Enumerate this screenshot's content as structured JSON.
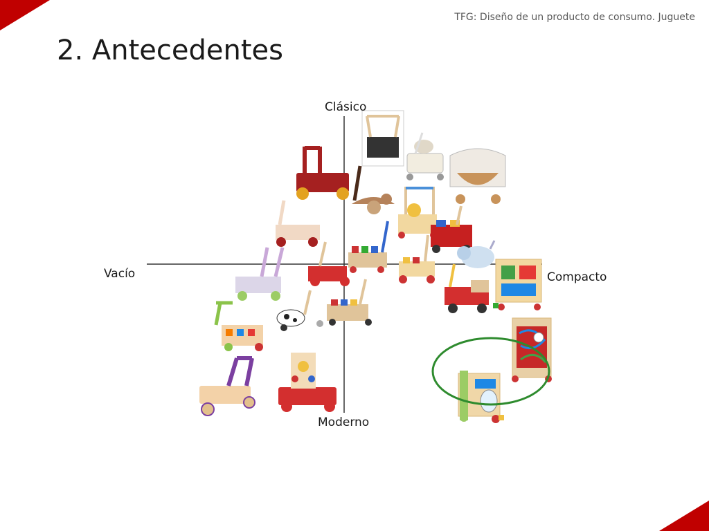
{
  "header": {
    "note": "TFG: Diseño de un producto de consumo. Juguete"
  },
  "slide": {
    "title": "2. Antecedentes"
  },
  "diagram": {
    "axes": {
      "top": "Clásico",
      "bottom": "Moderno",
      "left": "Vacío",
      "right": "Compacto"
    },
    "items": [
      {
        "icon": "walker-wood-box-icon"
      },
      {
        "icon": "walker-basket-icon"
      },
      {
        "icon": "pram-hood-icon"
      },
      {
        "icon": "walker-red-wagon-icon"
      },
      {
        "icon": "rocking-animal-walker-icon"
      },
      {
        "icon": "walker-giraffe-icon"
      },
      {
        "icon": "walker-pink-wagon-icon"
      },
      {
        "icon": "walker-red-blocks-icon"
      },
      {
        "icon": "walker-lilac-icon"
      },
      {
        "icon": "walker-blue-blocks-icon"
      },
      {
        "icon": "walker-yellow-blocks-icon"
      },
      {
        "icon": "walker-elephant-icon"
      },
      {
        "icon": "activity-cube-icon"
      },
      {
        "icon": "walker-green-blocks-icon"
      },
      {
        "icon": "walker-cow-icon"
      },
      {
        "icon": "walker-blocks-cart-icon"
      },
      {
        "icon": "walker-truck-icon"
      },
      {
        "icon": "walker-purple-icon"
      },
      {
        "icon": "walker-activity-red-icon"
      },
      {
        "icon": "walker-bead-maze-icon"
      },
      {
        "icon": "walker-activity-panel-icon"
      }
    ],
    "highlight": {
      "color": "#2e8b2e"
    }
  },
  "colors": {
    "accent": "#c00000"
  }
}
